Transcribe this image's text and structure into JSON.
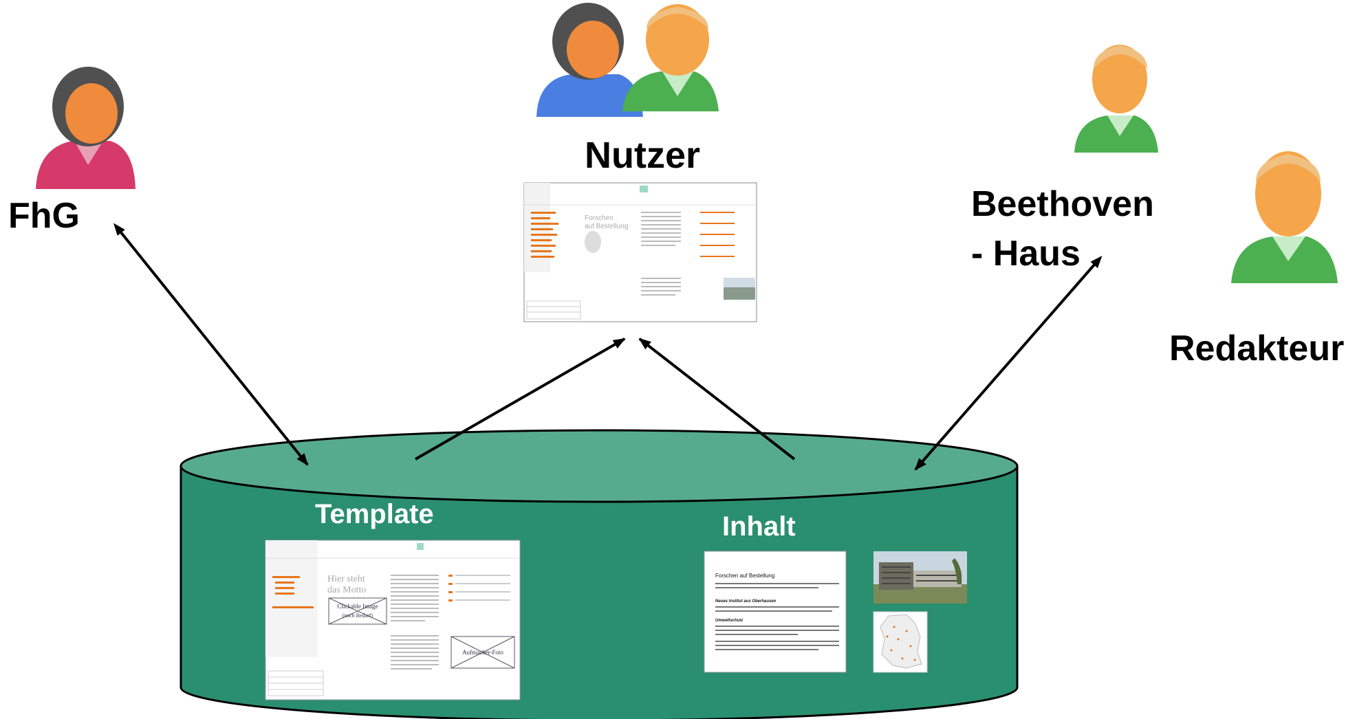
{
  "actors": {
    "fhg": "FhG",
    "nutzer": "Nutzer",
    "beethoven_line1": "Beethoven",
    "beethoven_line2": "- Haus",
    "redakteur": "Redakteur"
  },
  "database": {
    "template_label": "Template",
    "inhalt_label": "Inhalt"
  },
  "website_preview": {
    "hero_line1": "Forschen",
    "hero_line2": "auf Bestellung"
  },
  "template_preview": {
    "motto_line1": "Hier steht",
    "motto_line2": "das Motto",
    "clickable_line1": "Clickable Image",
    "clickable_line2": "(nach Bedarf)",
    "photo_label": "Aufmacher-Foto"
  },
  "content_preview": {
    "title": "Forschen auf Bestellung",
    "heading1": "Neues Institut aus Oberhausen",
    "heading2": "Umweltschutz"
  },
  "colors": {
    "db_fill": "#2a8f6e",
    "db_top": "#56ab8e",
    "accent_orange": "#e8751a"
  }
}
